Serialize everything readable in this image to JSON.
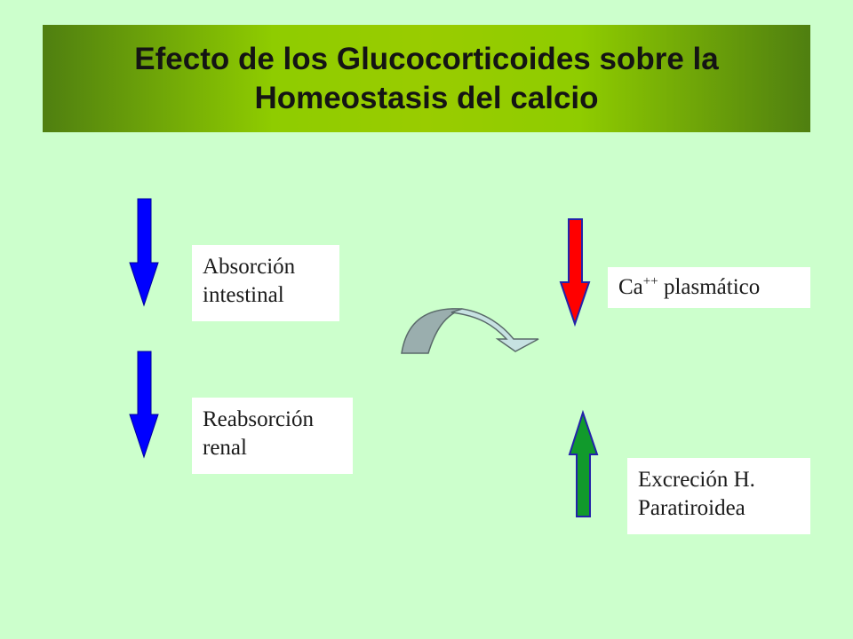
{
  "title": {
    "line1": "Efecto de los Glucocorticoides sobre la",
    "line2": "Homeostasis del calcio"
  },
  "labels": {
    "absorcion": [
      "Absorción",
      "intestinal"
    ],
    "reabsorcion": [
      "Reabsorción",
      "renal"
    ],
    "calcio": {
      "base": "Ca",
      "superscript": "++",
      "rest": " plasmático"
    },
    "excrecion": [
      "Excreción H.",
      "Paratiroidea"
    ]
  },
  "colors": {
    "background": "#ccffcc",
    "down_arrow_blue": "#0000ff",
    "down_arrow_red": "#ff0000",
    "up_arrow_green": "#119a2c",
    "curved_arrow_dark": "#9aaeae",
    "curved_arrow_light": "#c7e2e2"
  },
  "icons": {
    "arrow_absorcion": "arrow-down-icon",
    "arrow_reabsorcion": "arrow-down-icon",
    "arrow_calcio": "arrow-down-icon",
    "arrow_excrecion": "arrow-up-icon",
    "arrow_connector": "curved-arrow-icon"
  }
}
